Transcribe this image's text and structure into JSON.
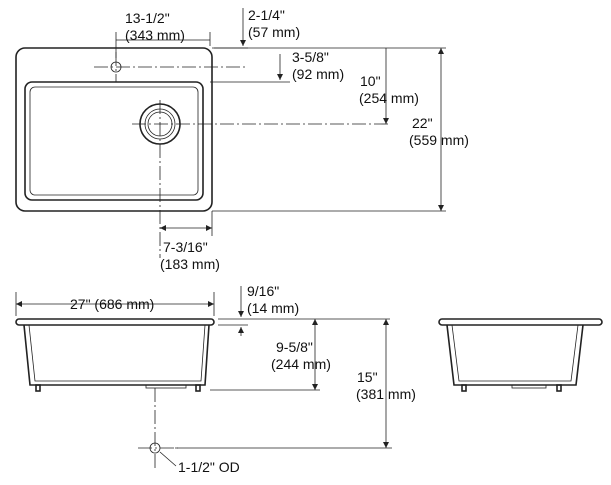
{
  "figure": {
    "type": "sink dimension drawing",
    "views": [
      "top view",
      "front view",
      "side view"
    ],
    "dimensions": {
      "faucet_hole_offset": {
        "imperial": "13-1/2\"",
        "metric": "(343 mm)"
      },
      "faucet_hole_from_back": {
        "imperial": "2-1/4\"",
        "metric": "(57 mm)"
      },
      "faucet_hole_to_bowl": {
        "imperial": "3-5/8\"",
        "metric": "(92 mm)"
      },
      "drain_from_back": {
        "imperial": "10\"",
        "metric": "(254 mm)"
      },
      "overall_depth": {
        "imperial": "22\"",
        "metric": "(559 mm)"
      },
      "drain_from_right": {
        "imperial": "7-3/16\"",
        "metric": "(183 mm)"
      },
      "overall_width": {
        "imperial": "27\" (686 mm)"
      },
      "rim_thickness": {
        "imperial": "9/16\"",
        "metric": "(14 mm)"
      },
      "bowl_depth": {
        "imperial": "9-5/8\"",
        "metric": "(244 mm)"
      },
      "drain_outlet_depth": {
        "imperial": "15\"",
        "metric": "(381 mm)"
      },
      "drain_outlet_diameter": {
        "imperial": "1-1/2\" OD"
      }
    }
  }
}
